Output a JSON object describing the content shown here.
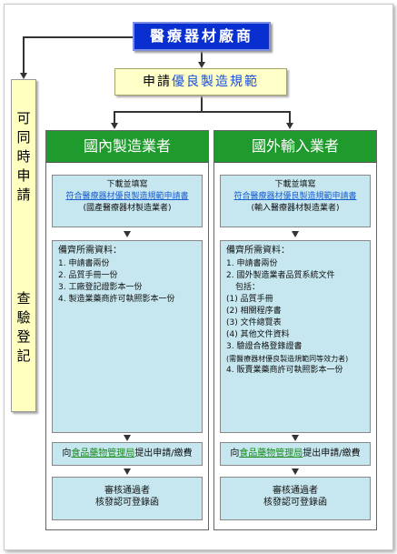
{
  "header": {
    "title": "醫療器材廠商"
  },
  "apply": {
    "prefix": "申請",
    "highlight": "優良製造規範"
  },
  "side": {
    "top_text": "可同時申請",
    "bottom_text": "查驗登記"
  },
  "domestic": {
    "title": "國內製造業者",
    "download_label": "下載並填寫",
    "form_link": "符合醫療器材優良製造規範申請書",
    "form_note": "(國產醫療器材製造業者)",
    "req_title": "備齊所需資料：",
    "req_items": [
      "1. 申請書兩份",
      "2. 品質手冊一份",
      "3. 工廠登記證影本一份",
      "4. 製造業藥商許可執照影本一份"
    ],
    "submit_prefix": "向",
    "submit_agency": "食品藥物管理局",
    "submit_suffix": "提出申請/繳費",
    "result_line1": "審核通過者",
    "result_line2": "核發認可登錄函"
  },
  "foreign": {
    "title": "國外輸入業者",
    "download_label": "下載並填寫",
    "form_link": "符合醫療器材優良製造規範申請書",
    "form_note": "(輸入醫療器材製造業者)",
    "req_title": "備齊所需資料：",
    "req_items": [
      "1. 申請書兩份",
      "2. 國外製造業者品質系統文件",
      "   包括：",
      "(1) 品質手冊",
      "(2) 相關程序書",
      "(3) 文件總覽表",
      "(4) 其他文件資料",
      "3. 驗證合格登錄證書",
      "(需醫療器材優良製造規範同等效力者)",
      "4. 販賣業藥商許可執照影本一份"
    ],
    "submit_prefix": "向",
    "submit_agency": "食品藥物管理局",
    "submit_suffix": "提出申請/繳費",
    "result_line1": "審核通過者",
    "result_line2": "核發認可登錄函"
  }
}
